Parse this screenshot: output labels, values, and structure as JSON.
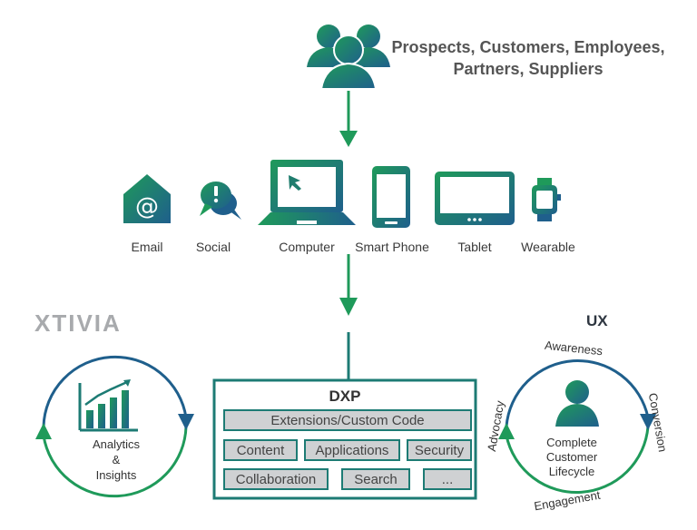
{
  "audience": {
    "line1": "Prospects, Customers, Employees,",
    "line2": "Partners, Suppliers",
    "icon": "people-group-icon"
  },
  "channels": [
    {
      "label": "Email",
      "icon": "email-icon"
    },
    {
      "label": "Social",
      "icon": "social-chat-icon"
    },
    {
      "label": "Computer",
      "icon": "laptop-icon"
    },
    {
      "label": "Smart Phone",
      "icon": "smartphone-icon"
    },
    {
      "label": "Tablet",
      "icon": "tablet-icon"
    },
    {
      "label": "Wearable",
      "icon": "smartwatch-icon"
    }
  ],
  "brand": "XTIVIA",
  "layer_label": "UX",
  "dxp": {
    "title": "DXP",
    "modules": [
      "Extensions/Custom Code",
      "Content",
      "Applications",
      "Security",
      "Collaboration",
      "Search",
      "..."
    ]
  },
  "analytics": {
    "line1": "Analytics",
    "line2": "&",
    "line3": "Insights",
    "icon": "bar-chart-icon"
  },
  "lifecycle": {
    "line1": "Complete",
    "line2": "Customer",
    "line3": "Lifecycle",
    "stages": [
      "Awareness",
      "Conversion",
      "Engagement",
      "Advocacy"
    ],
    "icon": "customer-icon"
  },
  "colors": {
    "green": "#1f9a5a",
    "teal": "#1d7b74",
    "blue": "#1f5f8c",
    "module_fill": "#cfd1d3"
  }
}
